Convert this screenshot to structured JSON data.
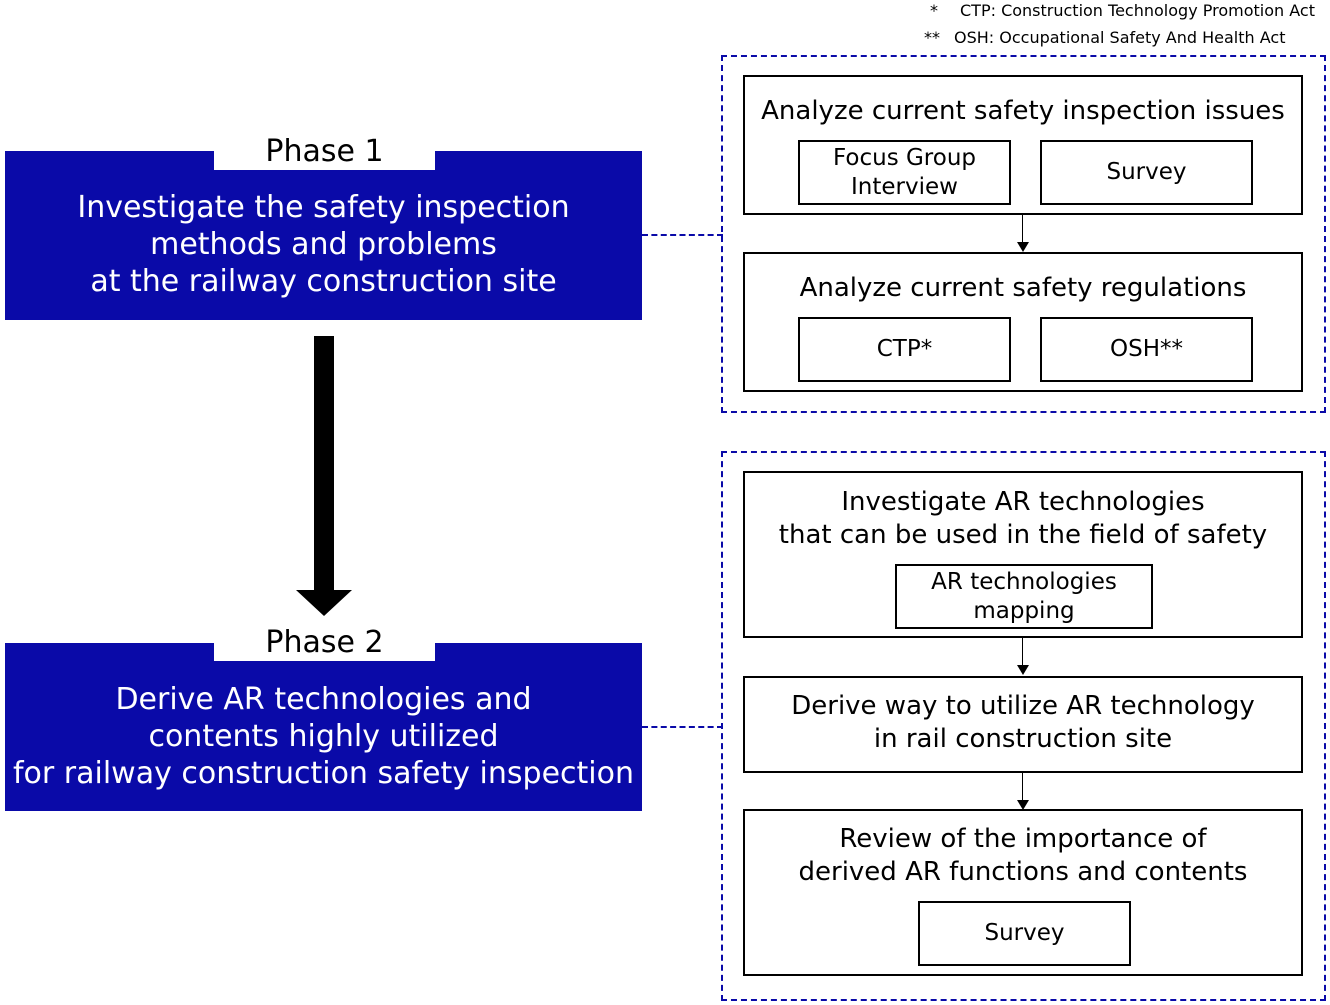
{
  "footnotes": [
    {
      "marker": "*",
      "text": "CTP: Construction Technology Promotion Act"
    },
    {
      "marker": "**",
      "text": "OSH: Occupational Safety And Health Act"
    }
  ],
  "phase1": {
    "label": "Phase 1",
    "lines": [
      "Investigate the safety inspection",
      "methods and problems",
      "at the railway construction site"
    ]
  },
  "phase2": {
    "label": "Phase 2",
    "lines": [
      "Derive AR technologies and",
      "contents highly utilized",
      "for railway construction safety inspection"
    ]
  },
  "group1": {
    "steps": [
      {
        "title_lines": [
          "Analyze current safety inspection issues"
        ],
        "items": [
          {
            "lines": [
              "Focus Group",
              "Interview"
            ]
          },
          {
            "lines": [
              "Survey"
            ]
          }
        ]
      },
      {
        "title_lines": [
          "Analyze current safety regulations"
        ],
        "items": [
          {
            "lines": [
              "CTP*"
            ]
          },
          {
            "lines": [
              "OSH**"
            ]
          }
        ]
      }
    ]
  },
  "group2": {
    "steps": [
      {
        "title_lines": [
          "Investigate AR technologies",
          "that can be used in the field of safety"
        ],
        "items": [
          {
            "lines": [
              "AR technologies",
              "mapping"
            ]
          }
        ]
      },
      {
        "title_lines": [
          "Derive way to utilize AR technology",
          "in rail construction site"
        ],
        "items": []
      },
      {
        "title_lines": [
          "Review of the importance of",
          "derived AR functions and contents"
        ],
        "items": [
          {
            "lines": [
              "Survey"
            ]
          }
        ]
      }
    ]
  },
  "colors": {
    "phase_fill": "#0a0aa8",
    "dashed_border": "#0a0aa8",
    "arrow": "#000000"
  }
}
